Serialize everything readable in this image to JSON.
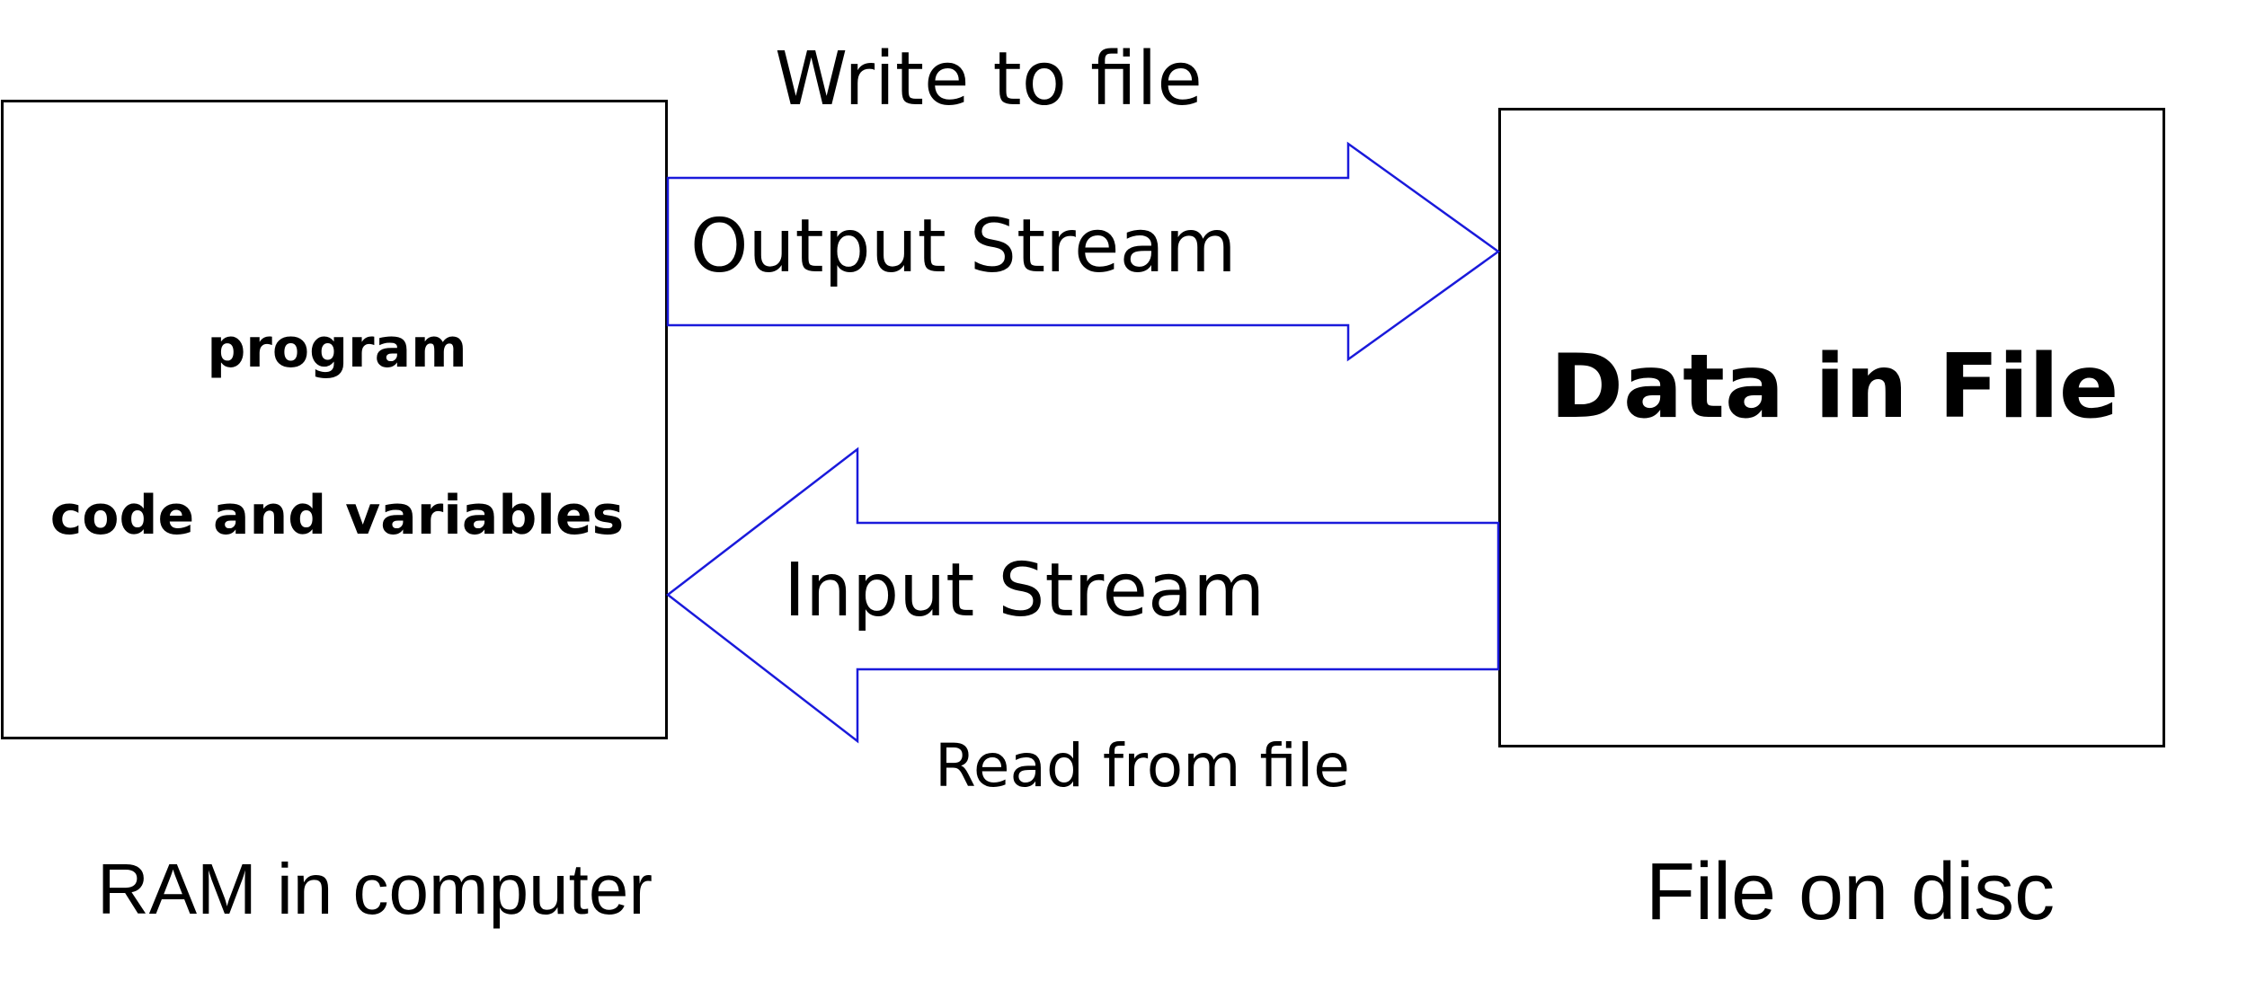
{
  "diagram": {
    "ram_box": {
      "line1": "program",
      "line2": "code and variables",
      "caption": "RAM in computer"
    },
    "file_box": {
      "label": "Data in File",
      "caption": "File on disc"
    },
    "output_arrow": {
      "above_label": "Write to file",
      "label": "Output Stream"
    },
    "input_arrow": {
      "label": "Input Stream",
      "below_label": "Read from file"
    },
    "colors": {
      "arrow_stroke": "#1a1adb",
      "box_border": "#000000",
      "text": "#000000",
      "background": "#ffffff"
    }
  }
}
